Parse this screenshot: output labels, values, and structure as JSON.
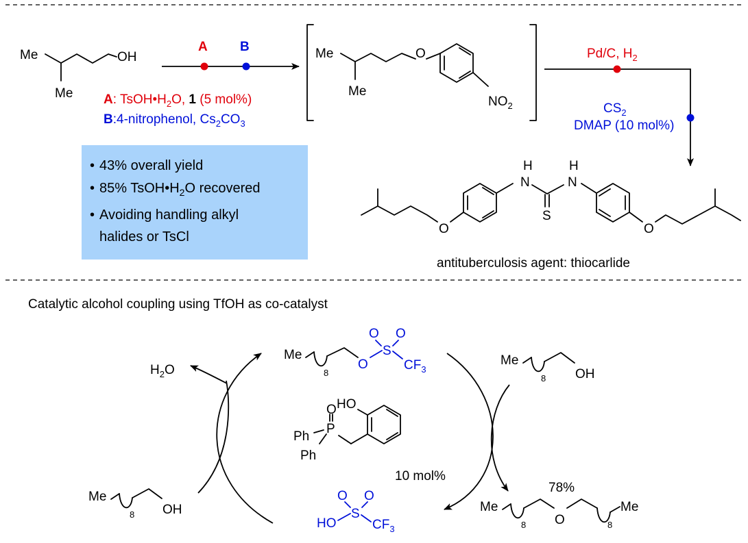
{
  "colors": {
    "reagent_a": "#e0000b",
    "reagent_b": "#0010d9",
    "note_bg": "#a9d3fb"
  },
  "top": {
    "me": "Me",
    "oh": "OH",
    "arrow_labels": {
      "a": "A",
      "b": "B"
    },
    "cond_a": {
      "letter": "A",
      "pre": ": TsOH•H",
      "sub": "2",
      "mid": "O, ",
      "bold": "1",
      "post": " (5 mol%)"
    },
    "cond_b": {
      "letter": "B",
      "pre": ":4-nitrophenol, Cs",
      "sub1": "2",
      "mid": "CO",
      "sub2": "3"
    },
    "intermediate": {
      "me": "Me",
      "o": "O",
      "no2": "NO",
      "no2_sub": "2"
    },
    "hydrogenation": {
      "pre": "Pd/C, H",
      "sub": "2"
    },
    "cs2": {
      "pre": "CS",
      "sub": "2"
    },
    "dmap": "DMAP (10 mol%)",
    "product_atoms": {
      "h": "H",
      "n": "N",
      "s": "S",
      "o": "O"
    },
    "product_caption": "antituberculosis agent: thiocarlide"
  },
  "notes": [
    {
      "bullet": "•",
      "text": "43% overall yield"
    },
    {
      "bullet": "•",
      "pre": "85% TsOH•H",
      "sub": "2",
      "post": "O recovered"
    },
    {
      "bullet": "•",
      "text": "Avoiding handling alkyl"
    },
    {
      "bullet": "",
      "text": "halides or TsCl"
    }
  ],
  "bottom": {
    "heading": "Catalytic alcohol coupling using TfOH as co-catalyst",
    "water": {
      "pre": "H",
      "sub": "2",
      "post": "O"
    },
    "me": "Me",
    "oh": "OH",
    "repeat": "8",
    "triflate": {
      "o": "O",
      "s": "S",
      "cf3": "CF",
      "cf3_sub": "3"
    },
    "tfoh": {
      "ho": "HO",
      "o": "O",
      "s": "S",
      "cf3": "CF",
      "cf3_sub": "3"
    },
    "catalyst": {
      "ho": "HO",
      "o": "O",
      "p": "P",
      "ph": "Ph"
    },
    "catalyst_loading": "10 mol%",
    "yield": "78%",
    "ether_o": "O"
  }
}
